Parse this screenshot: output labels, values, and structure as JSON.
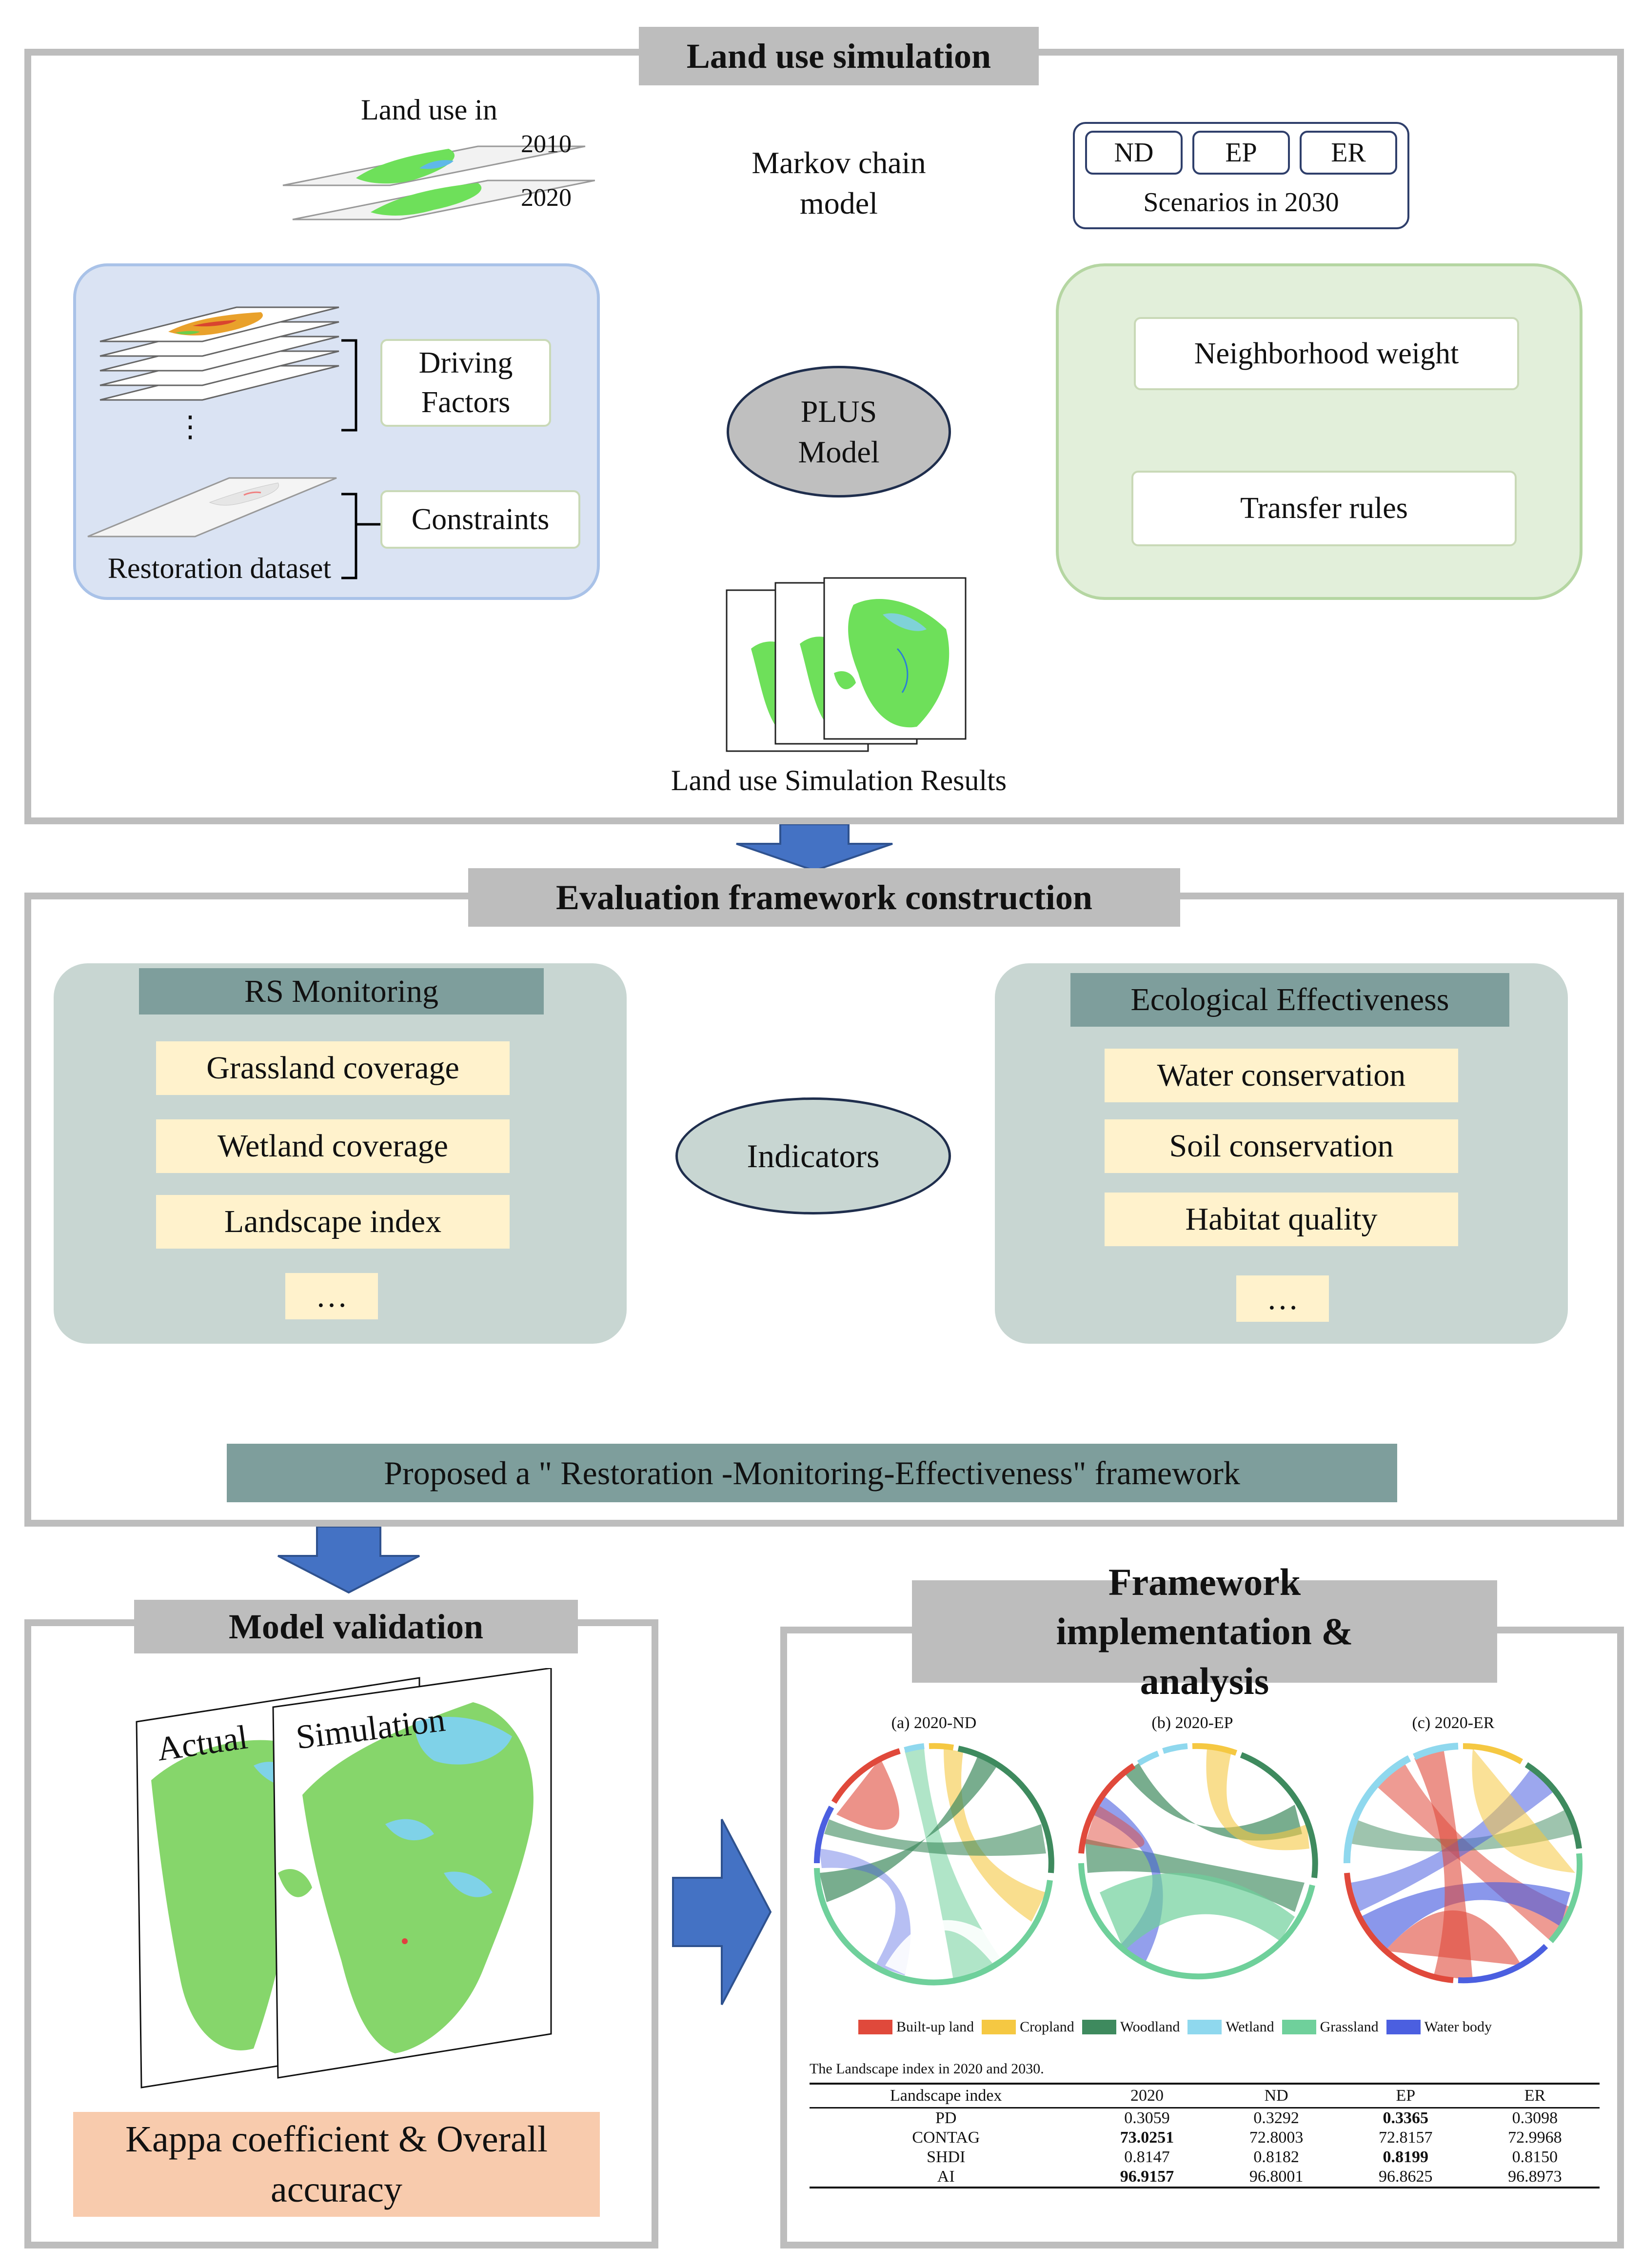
{
  "colors": {
    "arrow": "#4472c4",
    "panel_border": "#bdbdbd",
    "blue_group": "#dae3f3",
    "green_group": "#e2efda",
    "teal_group": "#c8d6d2",
    "yellow_box": "#fff2cc",
    "orange_box": "#f8cbad",
    "node_fill": "#bfbfbf"
  },
  "land_use_simulation": {
    "title": "Land use simulation",
    "land_use_in": "Land use in",
    "year_2010": "2010",
    "year_2020": "2020",
    "markov": "Markov chain model",
    "scenarios": [
      "ND",
      "EP",
      "ER"
    ],
    "scenarios_label": "Scenarios in 2030",
    "driving_factors": "Driving Factors",
    "constraints": "Constraints",
    "dots": "⋮",
    "restoration_dataset": "Restoration dataset",
    "plus_model": "PLUS Model",
    "neighborhood_weight": "Neighborhood weight",
    "transfer_rules": "Transfer rules",
    "results": "Land use Simulation Results"
  },
  "evaluation": {
    "title": "Evaluation framework construction",
    "rs_monitoring": "RS Monitoring",
    "rs_items": [
      "Grassland coverage",
      "Wetland coverage",
      "Landscape index",
      "…"
    ],
    "ecological_effectiveness": "Ecological Effectiveness",
    "eco_items": [
      "Water conservation",
      "Soil conservation",
      "Habitat quality",
      "…"
    ],
    "indicators": "Indicators",
    "proposed": "Proposed a \" Restoration -Monitoring-Effectiveness\" framework"
  },
  "model_validation": {
    "title": "Model validation",
    "actual": "Actual",
    "simulation": "Simulation",
    "kappa": "Kappa coefficient & Overall accuracy"
  },
  "framework": {
    "title": "Framework implementation & analysis",
    "chord_titles": [
      "(a) 2020-ND",
      "(b) 2020-EP",
      "(c) 2020-ER"
    ],
    "legend": [
      {
        "label": "Built-up land",
        "color": "#e0493b"
      },
      {
        "label": "Cropland",
        "color": "#f5c842"
      },
      {
        "label": "Woodland",
        "color": "#3e8a5e"
      },
      {
        "label": "Wetland",
        "color": "#8fd8ee"
      },
      {
        "label": "Grassland",
        "color": "#6fd09b"
      },
      {
        "label": "Water body",
        "color": "#4b5fe0"
      }
    ],
    "table": {
      "caption": "The Landscape index in 2020 and 2030.",
      "headers": [
        "Landscape index",
        "2020",
        "ND",
        "EP",
        "ER"
      ],
      "rows": [
        [
          "PD",
          "0.3059",
          "0.3292",
          "0.3365",
          "0.3098"
        ],
        [
          "CONTAG",
          "73.0251",
          "72.8003",
          "72.8157",
          "72.9968"
        ],
        [
          "SHDI",
          "0.8147",
          "0.8182",
          "0.8199",
          "0.8150"
        ],
        [
          "AI",
          "96.9157",
          "96.8001",
          "96.8625",
          "96.8973"
        ]
      ]
    }
  }
}
